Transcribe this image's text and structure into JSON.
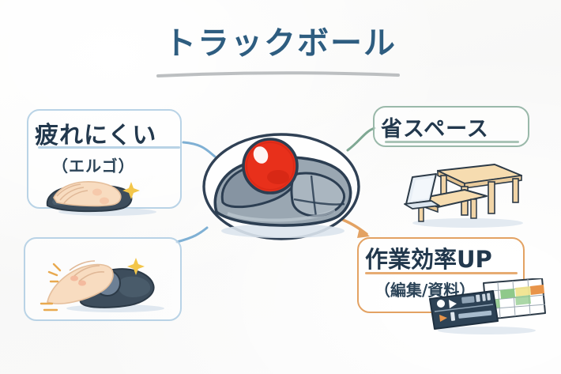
{
  "page": {
    "title": "トラックボール",
    "background_color": "#fbfbfa",
    "title_color": "#2e5d80"
  },
  "colors": {
    "title": "#2e5d80",
    "box_blue_border": "#b9d3e6",
    "box_green_border": "#9ab9aa",
    "box_orange_border": "#e3a263",
    "connector_blue": "#7fb0d4",
    "connector_green": "#7fa893",
    "connector_orange": "#e3a263",
    "trackball_body": "#9aa7b2",
    "trackball_ball": "#e8301b",
    "trackball_outline": "#2c3e52",
    "ink": "#22384d",
    "wood": "#f0cfa0",
    "spreadsheet_green": "#8fc98a",
    "spreadsheet_orange": "#e8944a",
    "sparkle": "#f3c64a"
  },
  "callouts": [
    {
      "id": "ergo",
      "label": "疲れにくい",
      "sublabel": "（エルゴ）",
      "border_color": "#b9d3e6",
      "illustration": "hand-resting-on-trackball",
      "position": "top-left"
    },
    {
      "id": "thumb",
      "label": "",
      "sublabel": "",
      "border_color": "#b9d3e6",
      "illustration": "hand-operating-thumb-trackball",
      "position": "bottom-left"
    },
    {
      "id": "space",
      "label": "省スペース",
      "sublabel": "",
      "border_color": "#9ab9aa",
      "illustration": "desk-with-laptop",
      "position": "top-right"
    },
    {
      "id": "efficiency",
      "label": "作業効率UP",
      "sublabel": "（編集/資料）",
      "border_color": "#e3a263",
      "illustration": "video-editor-and-spreadsheet",
      "position": "bottom-right"
    }
  ],
  "center": {
    "illustration": "trackball-mouse",
    "ball_color": "#e8301b",
    "body_color": "#9aa7b2"
  },
  "connectors": [
    {
      "id": "ergo-to-center",
      "color": "#7fb0d4",
      "arrow": false
    },
    {
      "id": "center-to-space",
      "color": "#7fa893",
      "arrow": false
    },
    {
      "id": "center-to-efficiency",
      "color": "#e3a263",
      "arrow": true
    },
    {
      "id": "thumb-to-center",
      "color": "#7fb0d4",
      "arrow": false
    }
  ],
  "icons": {
    "sparkle": "sparkle-icon",
    "arrow_head": "arrow-head-icon"
  }
}
